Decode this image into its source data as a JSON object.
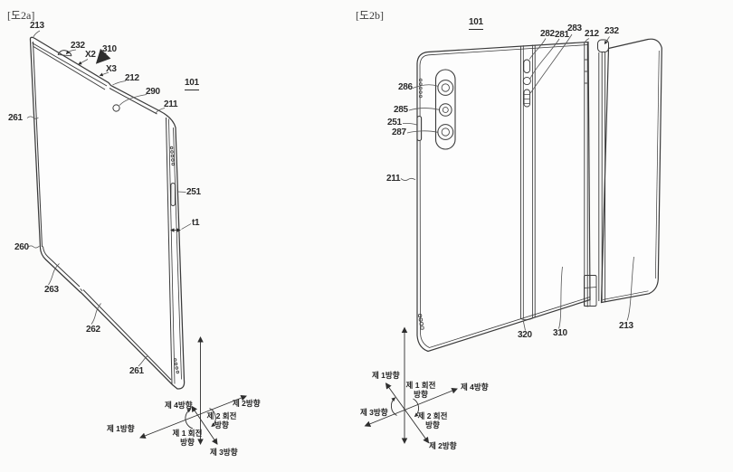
{
  "page": {
    "background": "#fbfbfa",
    "line_color": "#3a3a3a"
  },
  "fig2a": {
    "caption": "[도2a]",
    "labels": {
      "n213": "213",
      "n232": "232",
      "x2": "X2",
      "n310": "310",
      "x3": "X3",
      "n212": "212",
      "n290": "290",
      "n211": "211",
      "n101": "101",
      "n261_left": "261",
      "n251": "251",
      "t1": "t1",
      "n260": "260",
      "n263": "263",
      "n262": "262",
      "n261_bottom": "261"
    },
    "compass": {
      "dir1": "제 1방향",
      "dir2": "제 2방향",
      "dir3": "제 3방향",
      "dir4": "제 4방향",
      "rot1": "제 1 회전 방향",
      "rot2": "제 2 회전 방향"
    }
  },
  "fig2b": {
    "caption": "[도2b]",
    "labels": {
      "n101": "101",
      "n282": "282",
      "n281": "281",
      "n283": "283",
      "n212": "212",
      "n232": "232",
      "n286": "286",
      "n285": "285",
      "n251": "251",
      "n287": "287",
      "n211": "211",
      "n320": "320",
      "n310": "310",
      "n213": "213"
    },
    "compass": {
      "dir1": "제 1방향",
      "dir2": "제 2방향",
      "dir3": "제 3방향",
      "dir4": "제 4방향",
      "rot1": "제 1 회전 방향",
      "rot2": "제 2 회전 방향"
    }
  }
}
